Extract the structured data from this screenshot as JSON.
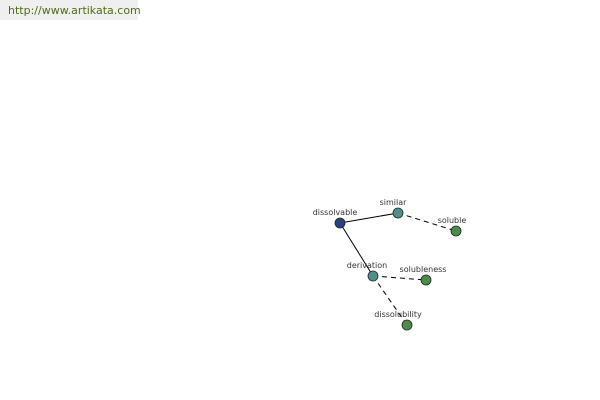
{
  "header": {
    "url_text": "http://www.artikata.com"
  },
  "graph": {
    "colors": {
      "root": "#2b3f7a",
      "relation": "#4e8f8a",
      "leaf": "#4f8a4a",
      "node_stroke": "#1e2a2a",
      "edge": "#000000"
    },
    "nodes": [
      {
        "id": "dissolvable",
        "label": "dissolvable",
        "kind": "root"
      },
      {
        "id": "similar",
        "label": "similar",
        "kind": "relation"
      },
      {
        "id": "soluble",
        "label": "soluble",
        "kind": "leaf"
      },
      {
        "id": "derivation",
        "label": "derivation",
        "kind": "relation"
      },
      {
        "id": "solubleness",
        "label": "solubleness",
        "kind": "leaf"
      },
      {
        "id": "dissolubility",
        "label": "dissolubility",
        "kind": "leaf"
      }
    ],
    "edges": [
      {
        "from": "dissolvable",
        "to": "similar",
        "style": "solid"
      },
      {
        "from": "similar",
        "to": "soluble",
        "style": "dashed"
      },
      {
        "from": "dissolvable",
        "to": "derivation",
        "style": "solid"
      },
      {
        "from": "derivation",
        "to": "solubleness",
        "style": "dashed"
      },
      {
        "from": "derivation",
        "to": "dissolubility",
        "style": "dashed"
      }
    ]
  }
}
